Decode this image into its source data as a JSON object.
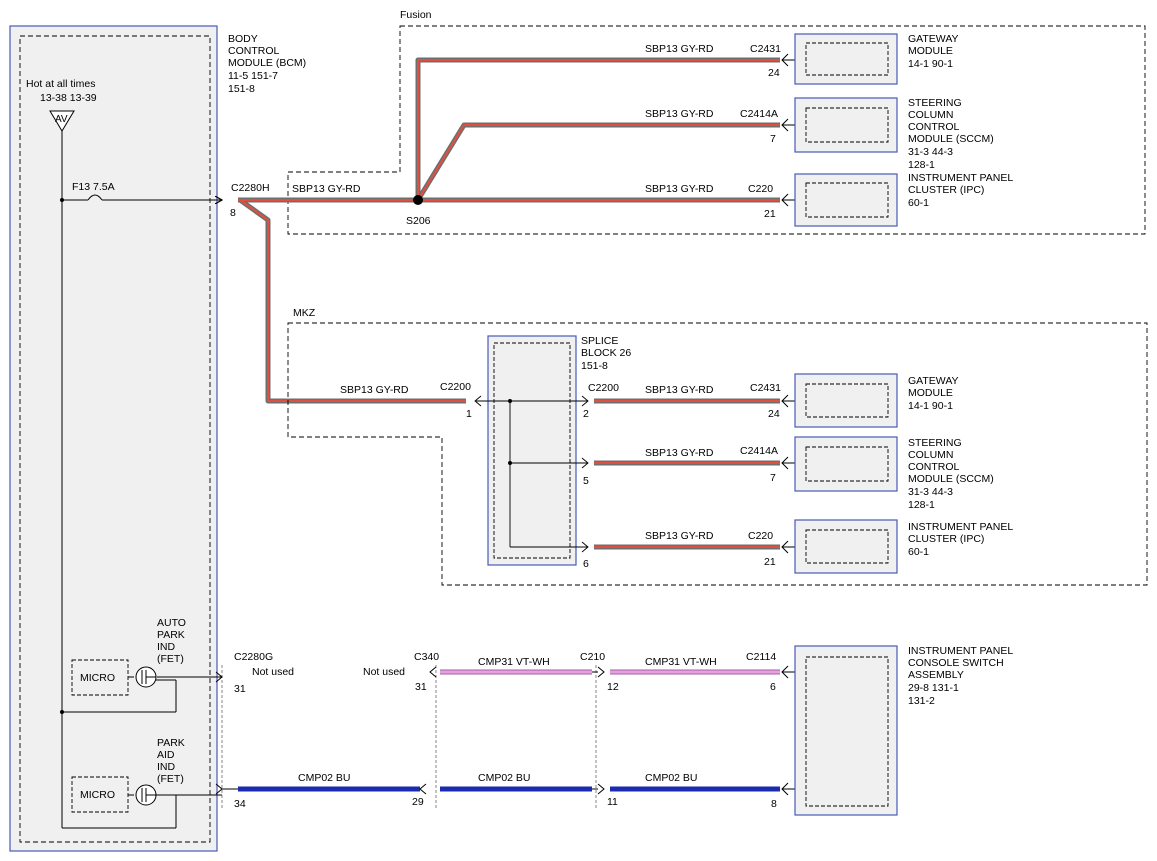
{
  "bcm": {
    "title_lines": [
      "BODY",
      "CONTROL",
      "MODULE (BCM)"
    ],
    "refs": [
      "11-5   151-7",
      "151-8"
    ],
    "hot": "Hot at all times",
    "hot_refs": "13-38  13-39",
    "av": "AV",
    "fuse": "F13  7.5A",
    "c2280h": "C2280H",
    "pin8": "8",
    "micro": "MICRO",
    "auto_park": [
      "AUTO",
      "PARK",
      "IND",
      "(FET)"
    ],
    "park_aid": [
      "PARK",
      "AID",
      "IND",
      "(FET)"
    ]
  },
  "fusion": {
    "label": "Fusion",
    "splice": "S206",
    "wire": "SBP13   GY-RD",
    "c2431": "C2431",
    "c2431_pin": "24",
    "c2414a": "C2414A",
    "c2414a_pin": "7",
    "c220": "C220",
    "c220_pin": "21",
    "gateway": [
      "GATEWAY",
      "MODULE",
      "14-1   90-1"
    ],
    "sccm": [
      "STEERING",
      "COLUMN",
      "CONTROL",
      "MODULE (SCCM)",
      "31-3   44-3",
      "128-1"
    ],
    "ipc": [
      "INSTRUMENT PANEL",
      "CLUSTER (IPC)",
      "60-1"
    ]
  },
  "mkz": {
    "label": "MKZ",
    "wire": "SBP13   GY-RD",
    "c2200": "C2200",
    "c2200_pin1": "1",
    "splice_block": [
      "SPLICE",
      "BLOCK 26",
      "151-8"
    ],
    "sb_c2200": "C2200",
    "pin2": "2",
    "pin5": "5",
    "pin6": "6",
    "c2431": "C2431",
    "c2431_pin": "24",
    "c2414a": "C2414A",
    "c2414a_pin": "7",
    "c220": "C220",
    "c220_pin": "21",
    "gateway": [
      "GATEWAY",
      "MODULE",
      "14-1   90-1"
    ],
    "sccm": [
      "STEERING",
      "COLUMN",
      "CONTROL",
      "MODULE (SCCM)",
      "31-3   44-3",
      "128-1"
    ],
    "ipc": [
      "INSTRUMENT PANEL",
      "CLUSTER (IPC)",
      "60-1"
    ]
  },
  "bottom": {
    "c2280g": "C2280G",
    "not_used": "Not used",
    "not_used2": "Not used",
    "pin31a": "31",
    "c340": "C340",
    "pin31b": "31",
    "vt_wire": "CMP31   VT-WH",
    "c210": "C210",
    "pin12": "12",
    "c2114": "C2114",
    "pin6": "6",
    "bu_wire": "CMP02   BU",
    "pin34": "34",
    "pin29": "29",
    "pin11": "11",
    "pin8": "8",
    "ipcs": [
      "INSTRUMENT PANEL",
      "CONSOLE SWITCH",
      "ASSEMBLY",
      "29-8   131-1",
      "131-2"
    ]
  },
  "colors": {
    "gy_rd_outer": "#6e6e6e",
    "gy_rd_inner": "#e05040",
    "vt_wh": "#e8a0e0",
    "bu": "#1a2bb0",
    "module_border": "#4a5ab8",
    "module_fill": "#f0f0f0"
  }
}
